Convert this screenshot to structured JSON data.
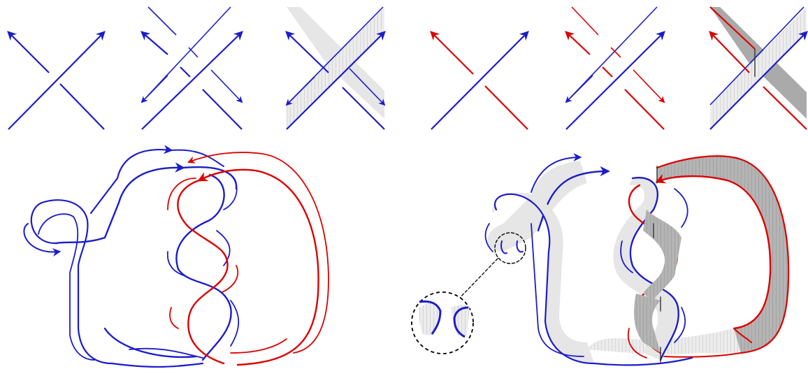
{
  "figure": {
    "panels": [
      {
        "id": "crossing-blue",
        "kind": "crossing"
      },
      {
        "id": "crossing-blue-doubled",
        "kind": "doubled-crossing"
      },
      {
        "id": "crossing-blue-band",
        "kind": "band-crossing"
      },
      {
        "id": "crossing-mixed",
        "kind": "crossing"
      },
      {
        "id": "crossing-mixed-doubled",
        "kind": "doubled-crossing"
      },
      {
        "id": "crossing-mixed-band",
        "kind": "band-crossing"
      },
      {
        "id": "link-diagram",
        "kind": "two-component-link"
      },
      {
        "id": "link-surface",
        "kind": "seifert-surface"
      },
      {
        "id": "zoom-inset",
        "kind": "magnified-detail"
      }
    ]
  },
  "colors": {
    "blue": "#1c1ccc",
    "red": "#dd0000",
    "band_light": "#e6e6e6",
    "band_dark": "#aaaaaa",
    "hatch": "#9a9a9a",
    "inset_border": "#000000"
  }
}
